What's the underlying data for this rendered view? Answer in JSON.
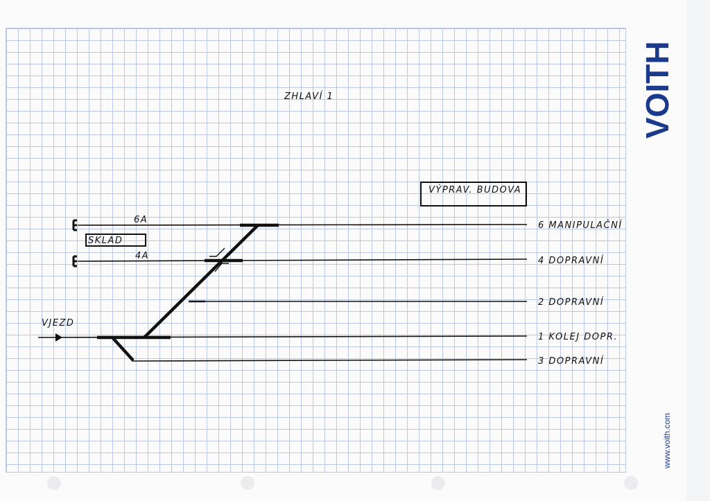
{
  "title": "ZHLAVÍ 1",
  "brand": {
    "logo": "VOITH",
    "website": "www.voith.com",
    "color": "#1b3a8c"
  },
  "buildings": {
    "station": "VÝPRAV. BUDOVA",
    "warehouse": "SKLAD"
  },
  "entry_label": "VJEZD",
  "stub_tracks": [
    "6A",
    "4A"
  ],
  "tracks": [
    {
      "number": "6",
      "label": "6 MANIPULAČNÍ"
    },
    {
      "number": "4",
      "label": "4 DOPRAVNÍ"
    },
    {
      "number": "2",
      "label": "2 DOPRAVNÍ"
    },
    {
      "number": "1",
      "label": "1 KOLEJ DOPR."
    },
    {
      "number": "3",
      "label": "3 DOPRAVNÍ"
    }
  ]
}
